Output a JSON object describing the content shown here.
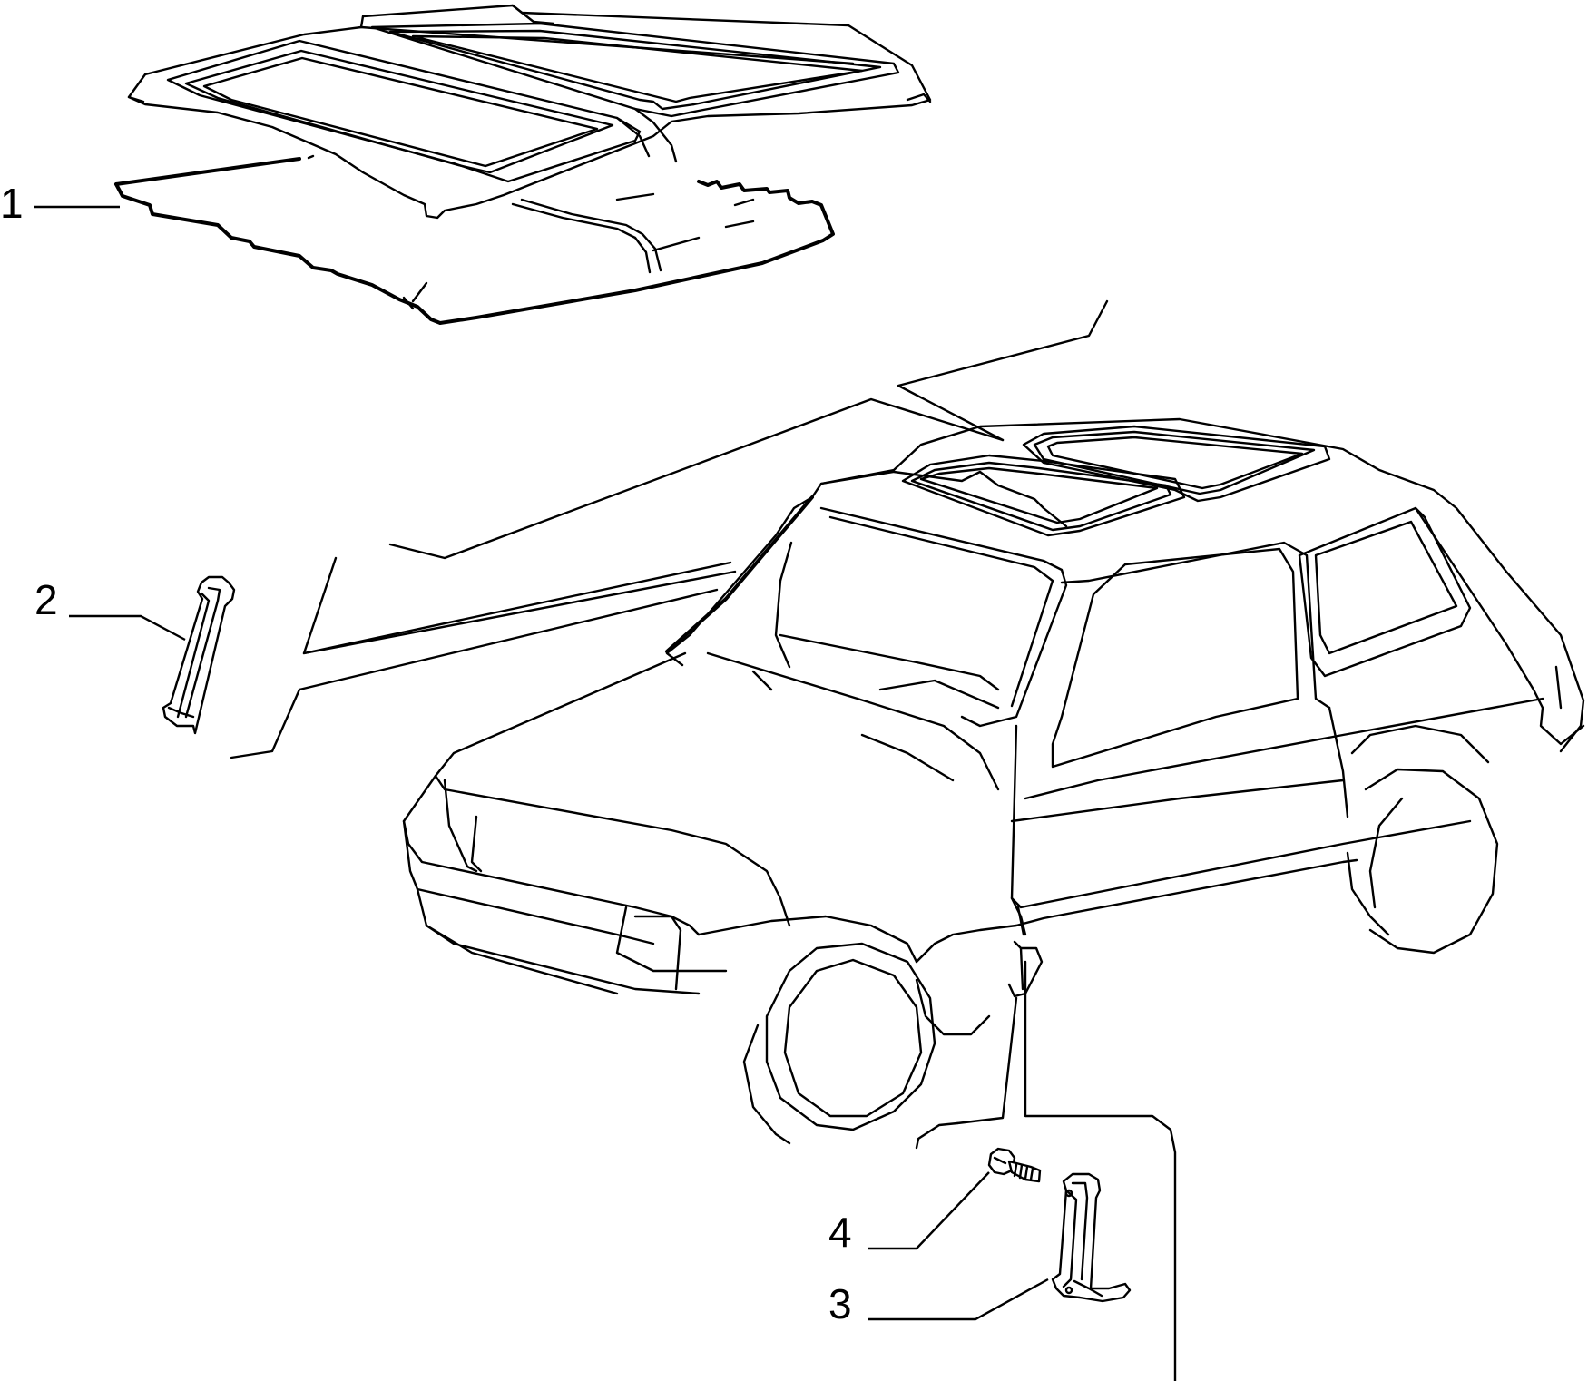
{
  "diagram": {
    "callouts": [
      {
        "id": "1",
        "label": "1",
        "part": "roof-headliner-panel"
      },
      {
        "id": "2",
        "label": "2",
        "part": "pillar-trim"
      },
      {
        "id": "3",
        "label": "3",
        "part": "sill-bracket"
      },
      {
        "id": "4",
        "label": "4",
        "part": "screw"
      }
    ],
    "colors": {
      "ink": "#000000",
      "background": "#ffffff"
    }
  }
}
